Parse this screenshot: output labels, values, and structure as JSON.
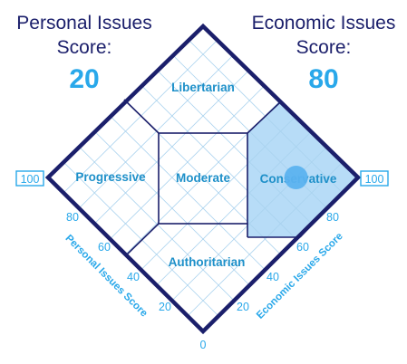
{
  "personal": {
    "label": "Personal Issues\nScore:",
    "score": "20"
  },
  "economic": {
    "label": "Economic Issues\nScore:",
    "score": "80"
  },
  "regions": {
    "top": "Libertarian",
    "left": "Progressive",
    "center": "Moderate",
    "right": "Conservative",
    "bottom": "Authoritarian"
  },
  "axes": {
    "personal_title": "Personal Issues Score",
    "economic_title": "Economic Issues Score",
    "personal_ticks": [
      "20",
      "40",
      "60",
      "80"
    ],
    "economic_ticks": [
      "20",
      "40",
      "60",
      "80"
    ],
    "origin_tick": "0",
    "max_left": "100",
    "max_right": "100"
  },
  "marker": {
    "personal": 20,
    "economic": 80
  },
  "colors": {
    "navy": "#1b1f6b",
    "accent": "#29a8ea",
    "highlight": "#b7dcf7",
    "grid": "#a9d2ee"
  }
}
